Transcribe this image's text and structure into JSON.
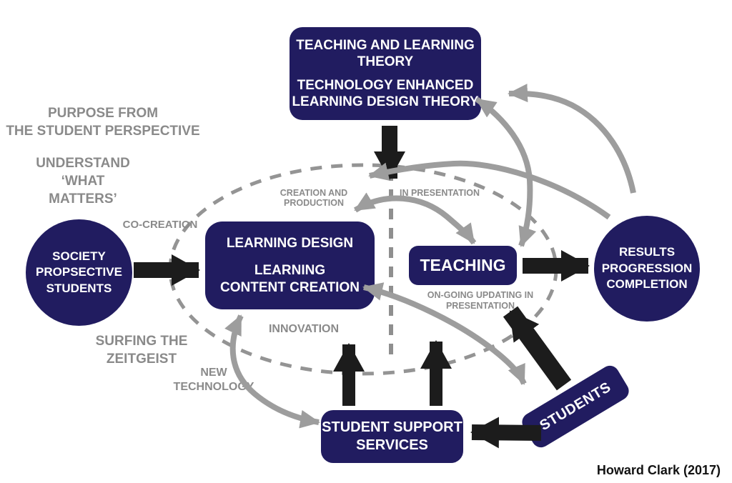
{
  "nodes": {
    "theory": {
      "title": "TEACHING AND LEARNING\nTHEORY",
      "subtitle": "TECHNOLOGY ENHANCED\nLEARNING DESIGN THEORY"
    },
    "society": {
      "label": "SOCIETY\nPROPSECTIVE\nSTUDENTS"
    },
    "learning_design": {
      "title": "LEARNING DESIGN",
      "subtitle": "LEARNING\nCONTENT CREATION"
    },
    "teaching": {
      "label": "TEACHING"
    },
    "results": {
      "label": "RESULTS\nPROGRESSION\nCOMPLETION"
    },
    "student_support": {
      "label": "STUDENT SUPPORT\nSERVICES"
    },
    "students": {
      "label": "STUDENTS"
    }
  },
  "labels": {
    "purpose": "PURPOSE FROM\nTHE STUDENT PERSPECTIVE",
    "understand": "UNDERSTAND\n‘WHAT\nMATTERS’",
    "co_creation": "CO-CREATION",
    "creation_and_production": "CREATION AND PRODUCTION",
    "in_presentation": "IN PRESENTATION",
    "ongoing_updating": "ON-GOING UPDATING IN\nPRESENTATION",
    "innovation": "INNOVATION",
    "surfing_the_zeitgeist": "SURFING THE\nZEITGEIST",
    "new_technology": "NEW\nTECHNOLOGY"
  },
  "credit": "Howard Clark (2017)",
  "colors": {
    "node_navy": "#211c60",
    "gray_label": "#8a8a8a",
    "gray_arrow": "#9d9d9d",
    "dash_gray": "#949494",
    "black_arrow": "#1c1c1c",
    "background": "#ffffff"
  }
}
